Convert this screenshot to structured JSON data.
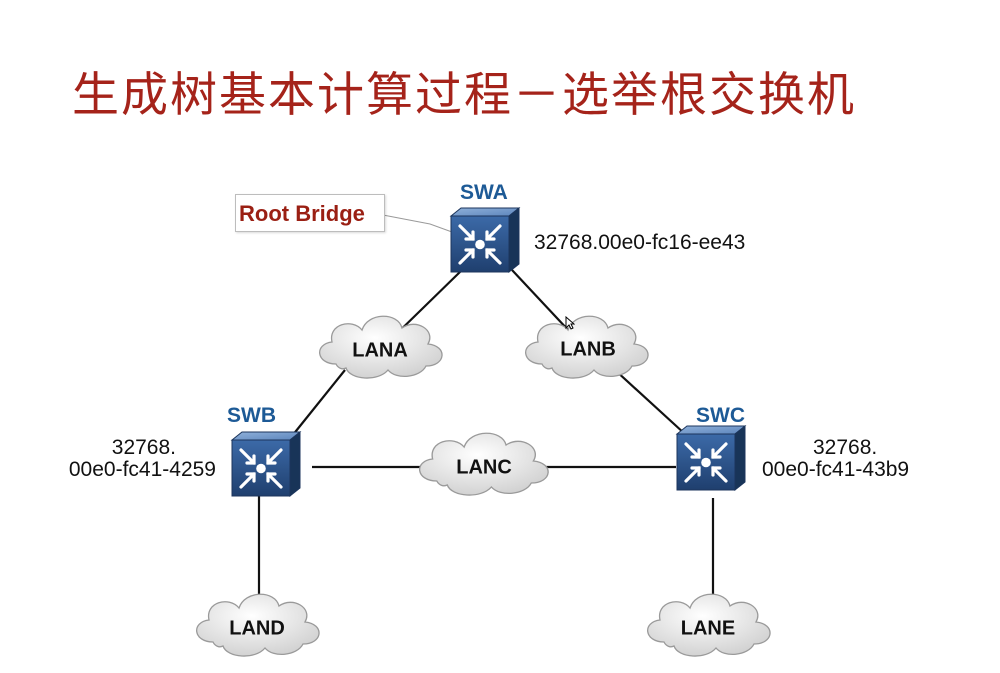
{
  "title": "生成树基本计算过程－选举根交换机",
  "callout": "Root Bridge",
  "switches": [
    {
      "name": "SWA",
      "bridge_id": "32768.00e0-fc16-ee43",
      "bridge_id_line1": "",
      "bridge_id_line2": ""
    },
    {
      "name": "SWB",
      "bridge_id": "",
      "bridge_id_line1": "32768.",
      "bridge_id_line2": "00e0-fc41-4259"
    },
    {
      "name": "SWC",
      "bridge_id": "",
      "bridge_id_line1": "32768.",
      "bridge_id_line2": "00e0-fc41-43b9"
    }
  ],
  "lans": [
    "LANA",
    "LANB",
    "LANC",
    "LAND",
    "LANE"
  ],
  "colors": {
    "title": "#a5231a",
    "callout_text": "#9a1f13",
    "switch_label": "#1d5a96",
    "switch_body": "#2b4f83",
    "cloud_fill": "#ececec"
  },
  "icons": [
    "switch-icon",
    "cloud-icon",
    "mouse-cursor-icon"
  ]
}
